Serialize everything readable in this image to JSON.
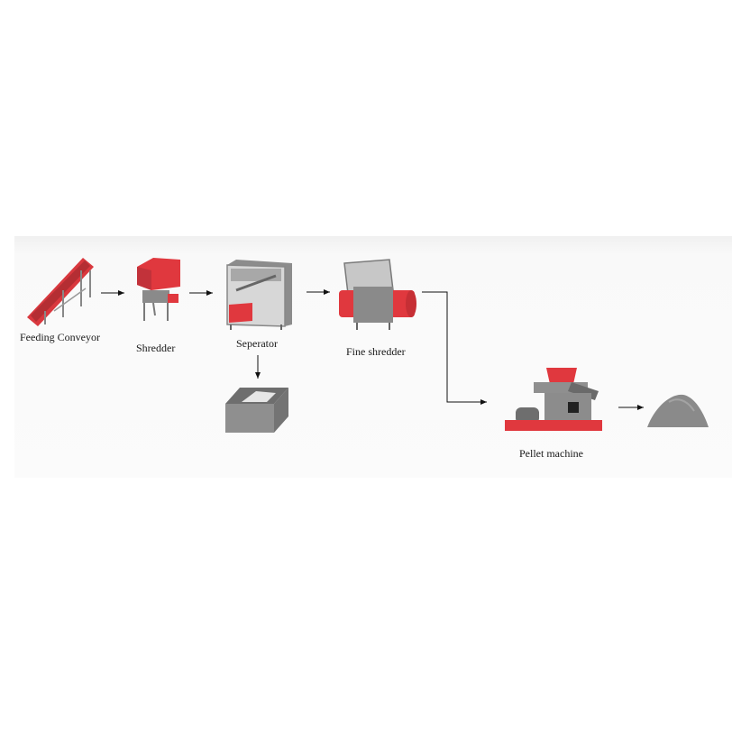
{
  "labels": {
    "feeding_conveyor": "Feeding Conveyor",
    "shredder": "Shredder",
    "separator": "Seperator",
    "fine_shredder": "Fine shredder",
    "pellet_machine": "Pellet machine"
  },
  "colors": {
    "machine_red": "#e0383e",
    "machine_gray": "#8a8a8a",
    "dark_gray": "#5a5a5a",
    "arrow": "#111111",
    "background_panel": "#f9f9f9"
  }
}
